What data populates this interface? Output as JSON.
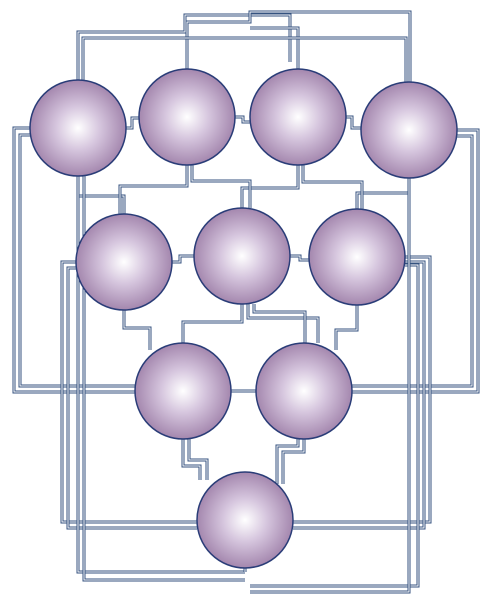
{
  "diagram": {
    "colors": {
      "edge_dark": "#34527f",
      "edge_light": "#9aaec6",
      "node_outline": "#2a3d78",
      "node_center": "#ffffff",
      "node_mid": "#d6c6de",
      "node_edge": "#a487ae"
    },
    "nodes": [
      {
        "id": "n1"
      },
      {
        "id": "n2"
      },
      {
        "id": "n3"
      },
      {
        "id": "n4"
      },
      {
        "id": "n5"
      },
      {
        "id": "n6"
      },
      {
        "id": "n7"
      },
      {
        "id": "n8"
      },
      {
        "id": "n9"
      },
      {
        "id": "n10"
      }
    ]
  }
}
